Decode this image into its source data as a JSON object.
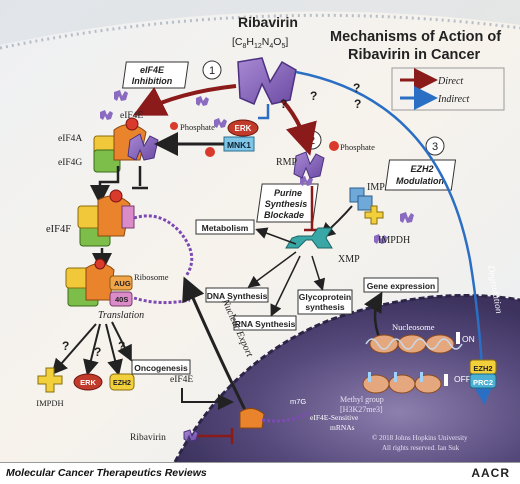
{
  "title_line1": "Mechanisms of Action of",
  "title_line2": "Ribavirin in Cancer",
  "drug": {
    "name": "Ribavirin",
    "formula_main": "[C",
    "f1": "8",
    "fh": "H",
    "f2": "12",
    "fn": "N",
    "f3": "4",
    "fo": "O",
    "f4": "5",
    "fend": "]"
  },
  "legend": {
    "direct": "Direct",
    "indirect": "Indirect",
    "direct_color": "#8b1a1a",
    "indirect_color": "#2b6fc4"
  },
  "mechanisms": {
    "m1_num": "1",
    "m1_line1": "eIF4E",
    "m1_line2": "Inhibition",
    "m2_num": "2",
    "m2_line1": "Purine",
    "m2_line2": "Synthesis",
    "m2_line3": "Blockade",
    "m3_num": "3",
    "m3_line1": "EZH2",
    "m3_line2": "Modulation"
  },
  "labels": {
    "eif4e": "eIF4E",
    "eif4a": "eIF4A",
    "eif4g": "eIF4G",
    "eif4f": "eIF4F",
    "phosphate1": "Phosphate",
    "phosphate2": "Phosphate",
    "erk": "ERK",
    "mnk1": "MNK1",
    "rmp": "RMP",
    "imp": "IMP",
    "impdh": "IMPDH",
    "xmp": "XMP",
    "metabolism": "Metabolism",
    "dna": "DNA Synthesis",
    "rna": "RNA Synthesis",
    "glyco1": "Glycoprotein",
    "glyco2": "synthesis",
    "aug": "AUG",
    "40s": "40S",
    "ribosome": "Ribosome",
    "translation": "Translation",
    "oncogenesis": "Oncogenesis",
    "impdh2": "IMPDH",
    "erk2": "ERK",
    "ezh2_small": "EZH2",
    "nuclear_export": "Nuclear Export",
    "degradation": "Degradation",
    "gene_expression": "Gene expression",
    "nucleosome": "Nucleosome",
    "on": "ON",
    "off": "OFF",
    "ezh2": "EZH2",
    "prc2": "PRC2",
    "methyl1": "Methyl group",
    "methyl2": "[H3K27me3]",
    "eif4e_bottom": "eIF4E",
    "m7g": "m7G",
    "mrna1": "eIF4E-Sensitive",
    "mrna2": "mRNAs",
    "ribavirin_bottom": "Ribavirin",
    "copyright1": "© 2018 Johns Hopkins University",
    "copyright2": "All rights reserved. Ian Suk",
    "q": "?"
  },
  "footer": {
    "left": "Molecular Cancer Therapeutics Reviews",
    "right": "AACR"
  }
}
